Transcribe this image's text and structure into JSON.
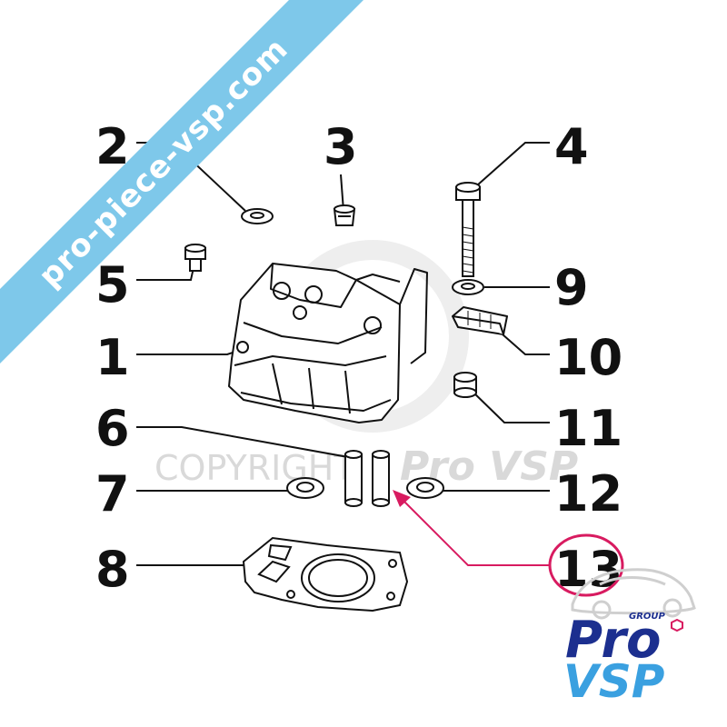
{
  "watermark_banner": "pro-piece-vsp.com",
  "watermark_copyright": "COPYRIGHT",
  "watermark_brand": "Pro VSP",
  "callouts": [
    "1",
    "2",
    "3",
    "4",
    "5",
    "6",
    "7",
    "8",
    "9",
    "10",
    "11",
    "12",
    "13"
  ],
  "logo": {
    "group": "GROUP",
    "pro": "Pro",
    "vsp": "VSP"
  },
  "colors": {
    "banner": "#7ec8ea",
    "line": "#111111",
    "highlight": "#d81b60",
    "logo_pro": "#1c2f8f",
    "logo_vsp": "#3aa0e0",
    "watermark": "#d9d9d9"
  }
}
